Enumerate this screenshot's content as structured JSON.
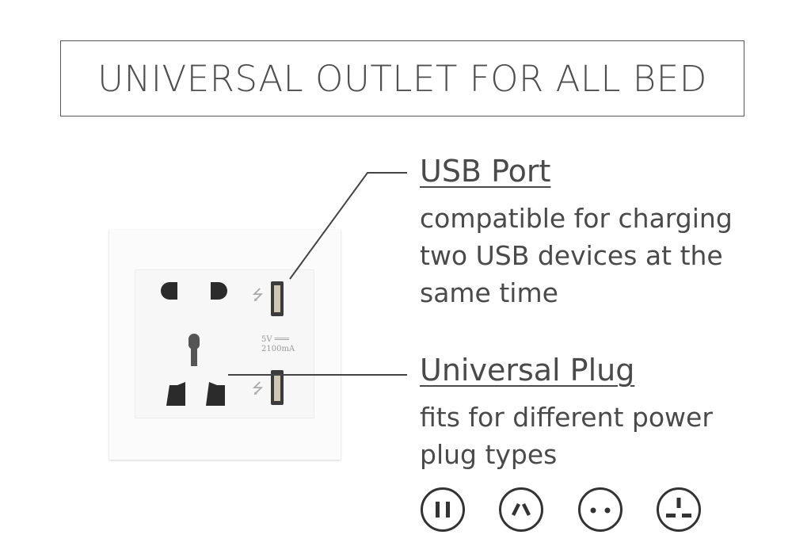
{
  "title": "UNIVERSAL OUTLET FOR ALL BED",
  "usb_port": {
    "heading": "USB Port",
    "description_lines": [
      "compatible for charging",
      "two USB devices at the",
      "same time"
    ]
  },
  "universal_plug": {
    "heading": "Universal Plug",
    "description_lines": [
      "fits for different power",
      "plug types"
    ]
  },
  "outlet": {
    "rating_voltage": "5V ═══",
    "rating_current": "2100mA",
    "usb_symbol": "⭍"
  },
  "plug_type_icons": [
    "plug-type-a-icon",
    "plug-type-i-icon",
    "plug-type-c-icon",
    "plug-type-g-icon"
  ],
  "colors": {
    "text": "#4a4a4a",
    "socket_holes": "#2b2b2b",
    "usb_insert": "#cfc6b4"
  }
}
